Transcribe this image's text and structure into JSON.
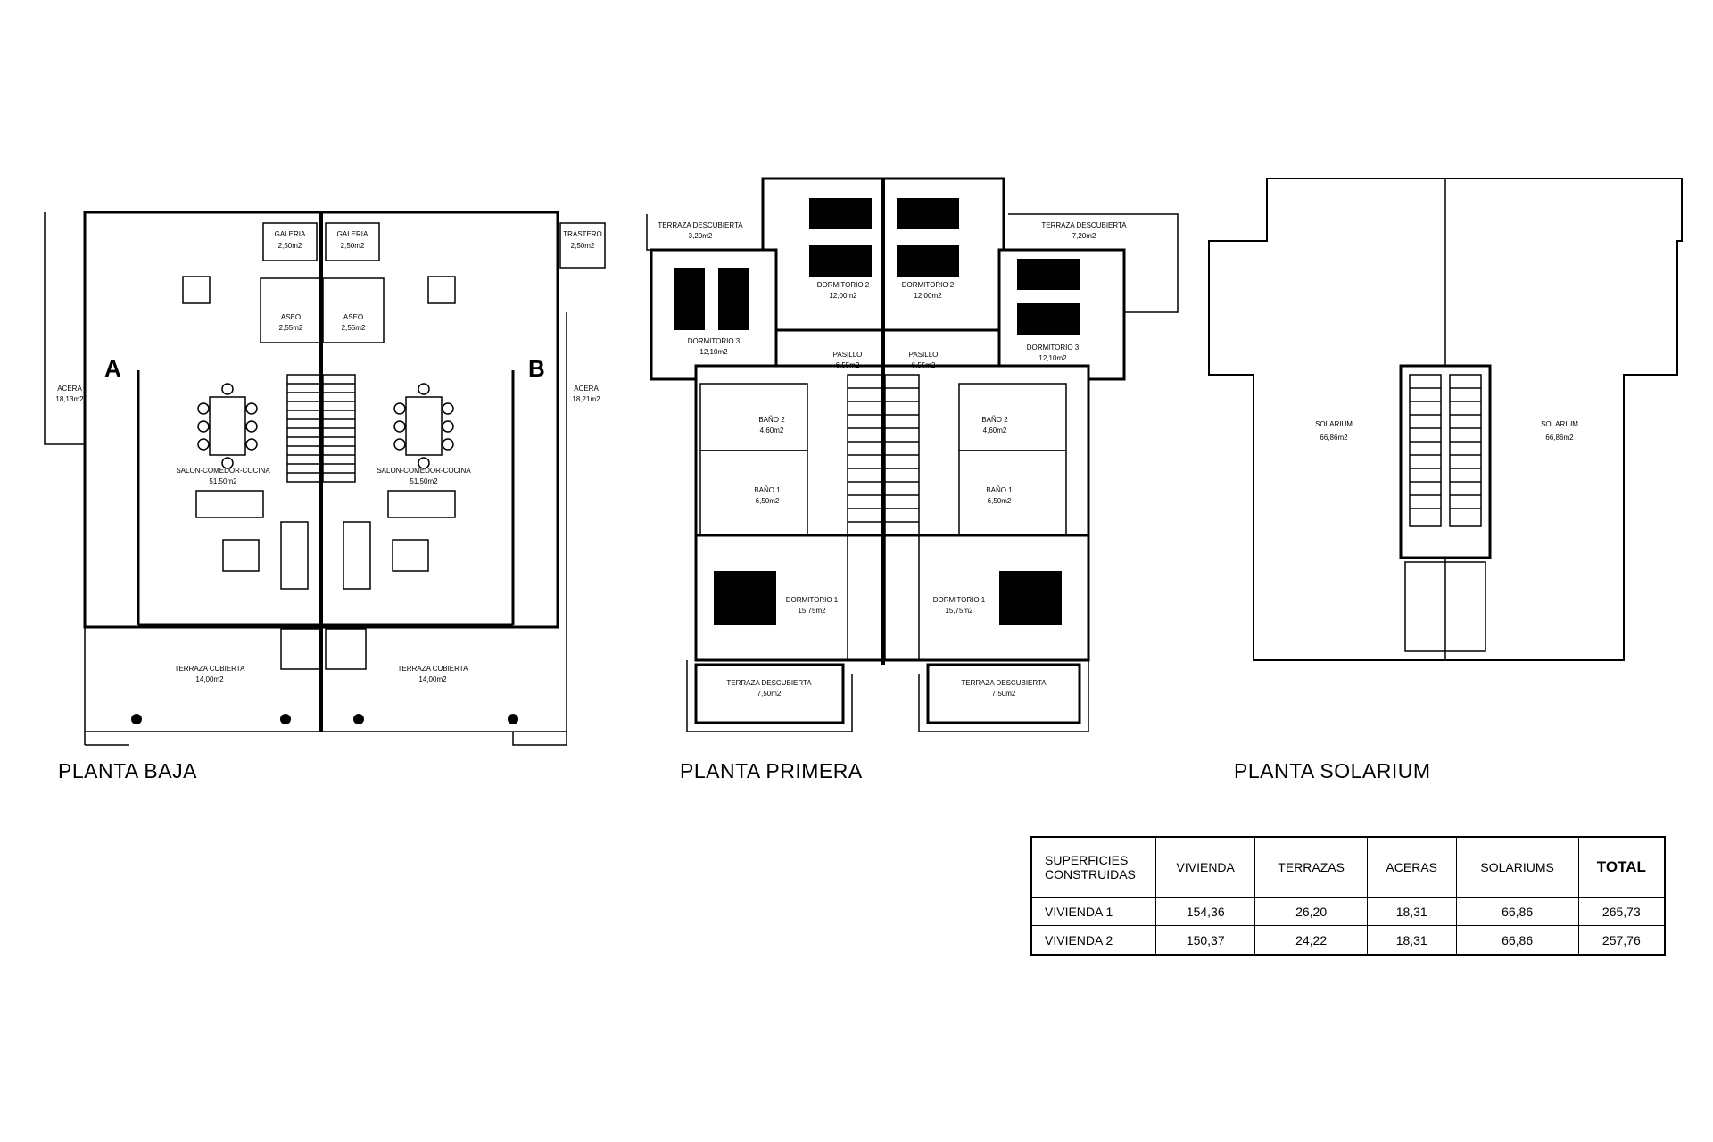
{
  "plan_titles": {
    "baja": "PLANTA  BAJA",
    "primera": "PLANTA PRIMERA",
    "solarium": "PLANTA SOLARIUM"
  },
  "baja": {
    "marker_a": "A",
    "marker_b": "B",
    "galeria_left": [
      "GALERIA",
      "2,50m2"
    ],
    "galeria_right": [
      "GALERIA",
      "2,50m2"
    ],
    "aseo_left": [
      "ASEO",
      "2,55m2"
    ],
    "aseo_right": [
      "ASEO",
      "2,55m2"
    ],
    "salon_left": [
      "SALON-COMEDOR-COCINA",
      "51,50m2"
    ],
    "salon_right": [
      "SALON-COMEDOR-COCINA",
      "51,50m2"
    ],
    "terraza_left": [
      "TERRAZA CUBIERTA",
      "14,00m2"
    ],
    "terraza_right": [
      "TERRAZA CUBIERTA",
      "14,00m2"
    ],
    "acera_left": [
      "ACERA",
      "18,13m2"
    ],
    "acera_right": [
      "ACERA",
      "18,21m2"
    ],
    "trastero": [
      "TRASTERO",
      "2,50m2"
    ]
  },
  "primera": {
    "terraza_desc_tl": [
      "TERRAZA DESCUBIERTA",
      "3,20m2"
    ],
    "terraza_desc_tr": [
      "TERRAZA DESCUBIERTA",
      "7,20m2"
    ],
    "dorm2_left": [
      "DORMITORIO 2",
      "12,00m2"
    ],
    "dorm2_right": [
      "DORMITORIO 2",
      "12,00m2"
    ],
    "dorm3_left": [
      "DORMITORIO 3",
      "12,10m2"
    ],
    "dorm3_right": [
      "DORMITORIO 3",
      "12,10m2"
    ],
    "pasillo_left": [
      "PASILLO",
      "6,55m2"
    ],
    "pasillo_right": [
      "PASILLO",
      "6,55m2"
    ],
    "bano2_left": [
      "BAÑO 2",
      "4,60m2"
    ],
    "bano2_right": [
      "BAÑO 2",
      "4,60m2"
    ],
    "bano1_left": [
      "BAÑO 1",
      "6,50m2"
    ],
    "bano1_right": [
      "BAÑO 1",
      "6,50m2"
    ],
    "dorm1_left": [
      "DORMITORIO 1",
      "15,75m2"
    ],
    "dorm1_right": [
      "DORMITORIO 1",
      "15,75m2"
    ],
    "terraza_desc_bl": [
      "TERRAZA DESCUBIERTA",
      "7,50m2"
    ],
    "terraza_desc_br": [
      "TERRAZA DESCUBIERTA",
      "7,50m2"
    ]
  },
  "solarium": {
    "left": [
      "SOLARIUM",
      "66,86m2"
    ],
    "right": [
      "SOLARIUM",
      "66,86m2"
    ]
  },
  "table": {
    "header": [
      "SUPERFICIES CONSTRUIDAS",
      "VIVIENDA",
      "TERRAZAS",
      "ACERAS",
      "SOLARIUMS",
      "TOTAL"
    ],
    "rows": [
      [
        "VIVIENDA 1",
        "154,36",
        "26,20",
        "18,31",
        "66,86",
        "265,73"
      ],
      [
        "VIVIENDA 2",
        "150,37",
        "24,22",
        "18,31",
        "66,86",
        "257,76"
      ]
    ]
  }
}
